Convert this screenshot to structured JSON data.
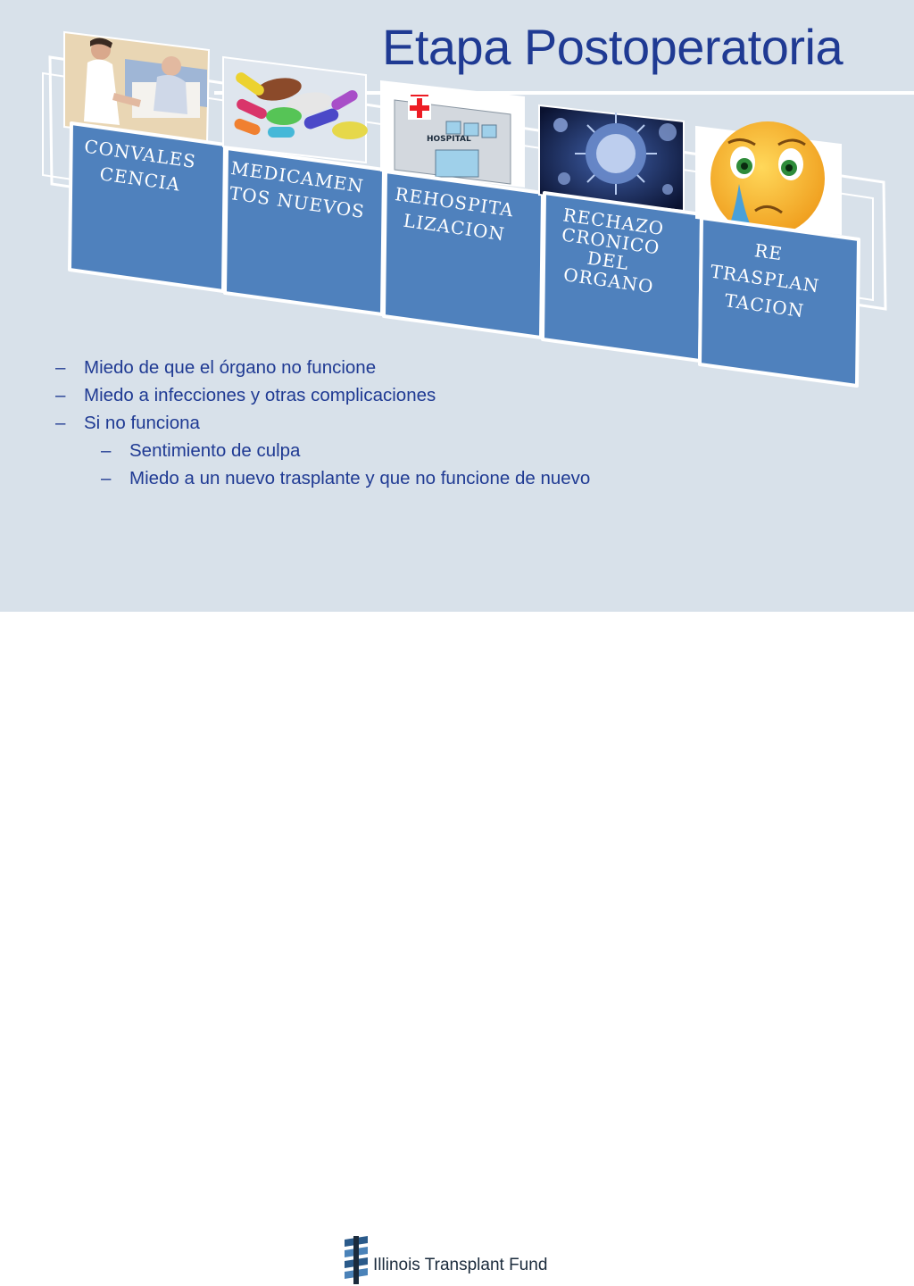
{
  "slide": {
    "title": "Etapa Postoperatoria"
  },
  "steps": [
    {
      "label_lines": [
        "CONVALES",
        "CENCIA"
      ],
      "image_icon": "nurse-patient-photo-icon"
    },
    {
      "label_lines": [
        "MEDICAMEN",
        "TOS NUEVOS"
      ],
      "image_icon": "pills-icon"
    },
    {
      "label_lines": [
        "REHOSPITA",
        "LIZACION"
      ],
      "image_icon": "hospital-icon",
      "image_text": "HOSPITAL"
    },
    {
      "label_lines": [
        "RECHAZO",
        "CRONICO",
        "DEL",
        "ORGANO"
      ],
      "image_icon": "virus-icon"
    },
    {
      "label_lines": [
        "RE",
        "TRASPLAN",
        "TACION"
      ],
      "image_icon": "crying-face-icon"
    }
  ],
  "bullets": [
    {
      "text": "Miedo de que el órgano no funcione",
      "level": 1,
      "marker": "–"
    },
    {
      "text": "Miedo a infecciones y otras complicaciones",
      "level": 1,
      "marker": "–"
    },
    {
      "text": "Si no funciona",
      "level": 1,
      "marker": "–"
    },
    {
      "text": "Sentimiento de culpa",
      "level": 2,
      "marker": "–"
    },
    {
      "text": "Miedo a un nuevo trasplante y que no funcione de nuevo",
      "level": 2,
      "marker": "–"
    }
  ],
  "footer": {
    "logo_text": "Illinois Transplant Fund"
  },
  "colors": {
    "slide_background": "#d8e1ea",
    "title": "#1f3a93",
    "card_fill": "#4f81bd",
    "card_border": "#ffffff",
    "bullet_text": "#1f3a93"
  }
}
